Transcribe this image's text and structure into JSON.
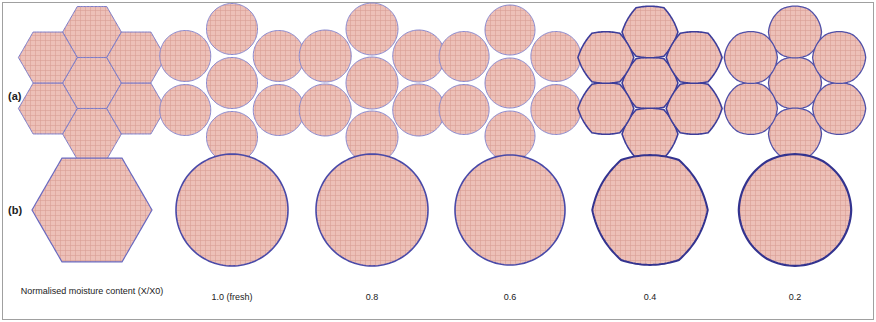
{
  "diagram": {
    "labels": [
      "(a)",
      "(b)",
      "Normalised moisture content (X/X0)",
      "1.0 (fresh)",
      "0.8",
      "0.6",
      "0.4",
      "0.2"
    ]
  }
}
